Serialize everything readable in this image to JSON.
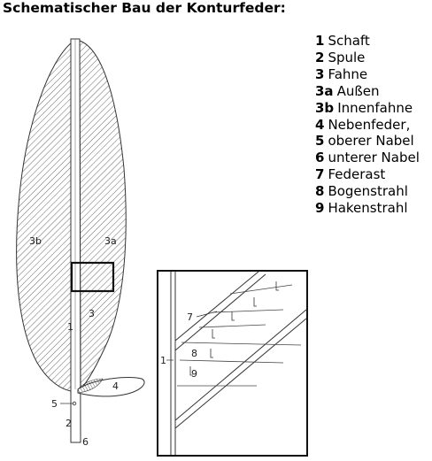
{
  "title": "Schematischer Bau der Konturfeder:",
  "legend": [
    {
      "num": "1",
      "text": "Schaft"
    },
    {
      "num": "2",
      "text": "Spule"
    },
    {
      "num": "3",
      "text": "Fahne"
    },
    {
      "num": "3a",
      "text": "Außen"
    },
    {
      "num": "3b",
      "text": "Innenfahne"
    },
    {
      "num": "4",
      "text": "Nebenfeder,"
    },
    {
      "num": "5",
      "text": "oberer Nabel"
    },
    {
      "num": "6",
      "text": "unterer Nabel"
    },
    {
      "num": "7",
      "text": "Federast"
    },
    {
      "num": "8",
      "text": "Bogenstrahl"
    },
    {
      "num": "9",
      "text": "Hakenstrahl"
    }
  ],
  "feather_labels": {
    "l3b": "3b",
    "l3a": "3a",
    "l3": "3",
    "l1": "1",
    "l4": "4",
    "l5": "5",
    "l2": "2",
    "l6": "6"
  },
  "detail_labels": {
    "l7": "7",
    "l1": "1",
    "l8": "8",
    "l9": "9"
  }
}
